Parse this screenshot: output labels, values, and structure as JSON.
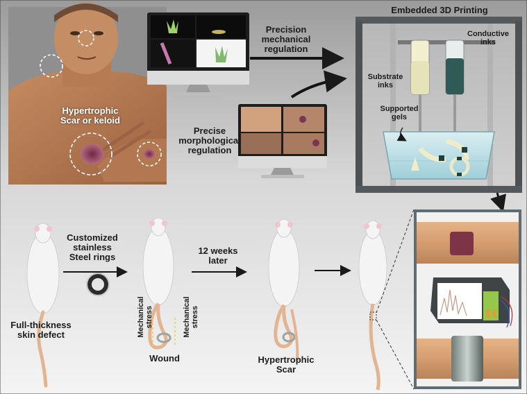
{
  "colors": {
    "background_top": "#9a9a9a",
    "background_bottom": "#f2f2f2",
    "skin": "#b77a53",
    "scar": "#8a3552",
    "substrate_ink": "#e9e7c3",
    "conductive_ink": "#2f5a56",
    "gel": "#bfe3ea",
    "printer_frame": "#55595c",
    "rat_body": "#f4f4f4",
    "rat_tail": "#e2b491"
  },
  "labels": {
    "scar_keloid": "Hypertrophic\nScar   or keloid",
    "mechanical_regulation": "Precision\nmechanical\nregulation",
    "morphological_regulation": "Precise\nmorphological\nregulation",
    "printing_title": "Embedded 3D Printing",
    "conductive_inks": "Conductive\ninks",
    "substrate_inks": "Substrate\ninks",
    "supported_gels": "Supported\ngels",
    "steel_rings": "Customized\nstainless\nSteel rings",
    "skin_defect": "Full-thickness\nskin defect",
    "mechanical_stress_left": "Mechanical\nstress",
    "mechanical_stress_right": "Mechanical\nstress",
    "wound": "Wound",
    "weeks_later": "12 weeks\nlater",
    "hypertrophic_scar": "Hypertrophic\nScar"
  },
  "icons": {
    "arrow": "right-arrow-icon",
    "ring": "steel-ring-icon",
    "monitor": "monitor-icon",
    "syringe": "syringe-icon"
  }
}
